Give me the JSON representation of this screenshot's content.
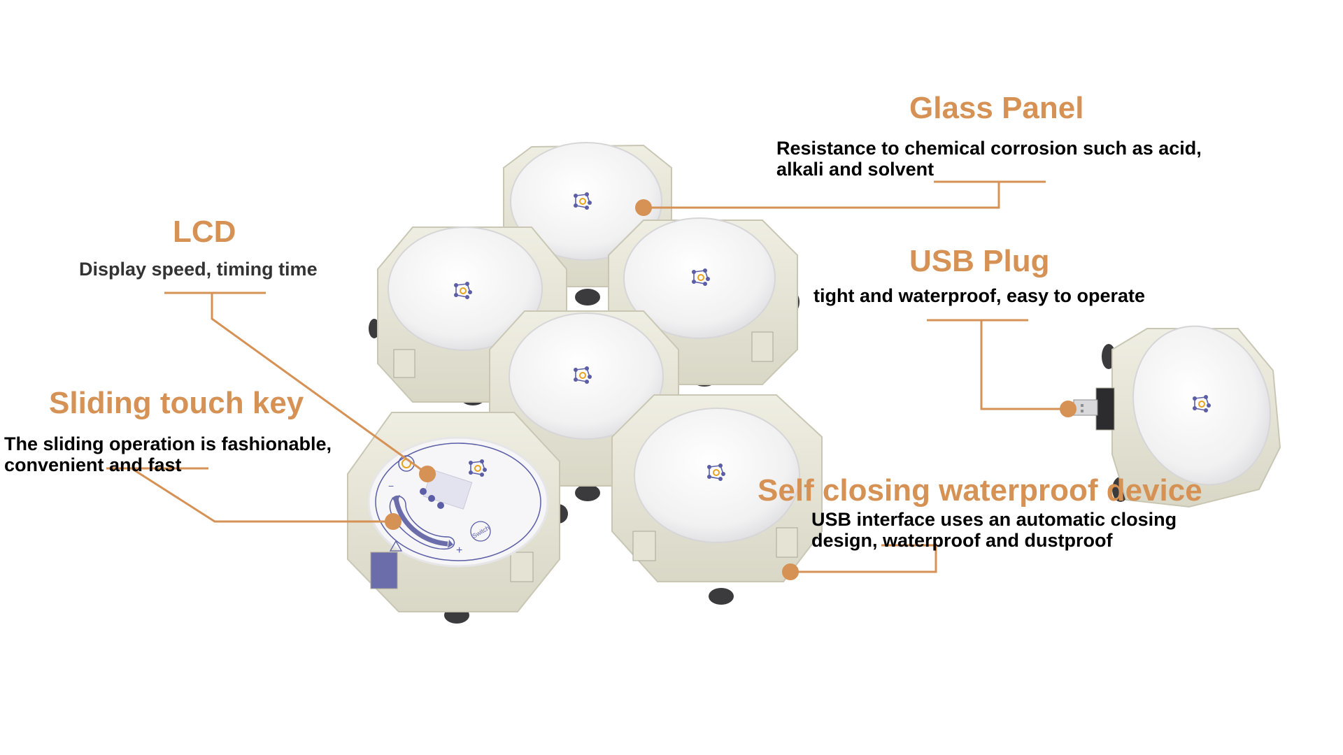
{
  "accent_color": "#D69155",
  "callouts": {
    "glass_panel": {
      "title": "Glass Panel",
      "description_lines": [
        "Resistance to chemical corrosion such as acid,",
        "alkali and solvent"
      ]
    },
    "lcd": {
      "title": "LCD",
      "description_lines": [
        "Display speed, timing time"
      ]
    },
    "sliding_touch_key": {
      "title": "Sliding touch key",
      "description_lines": [
        "The sliding operation is fashionable,",
        "convenient and fast"
      ]
    },
    "usb_plug": {
      "title": "USB Plug",
      "description_lines": [
        "tight and waterproof, easy to operate"
      ]
    },
    "self_closing": {
      "title": "Self closing waterproof device",
      "description_lines": [
        "USB interface uses an automatic closing",
        "design, waterproof and dustproof"
      ]
    }
  },
  "control_panel": {
    "switch_label": "Switch",
    "minus_label": "−",
    "plus_label": "+",
    "icons": [
      "power-icon",
      "warning-icon",
      "slider-arrow-icon",
      "logo-icon"
    ]
  },
  "product": {
    "module_count_cluster": 6,
    "module_count_single": 1
  }
}
